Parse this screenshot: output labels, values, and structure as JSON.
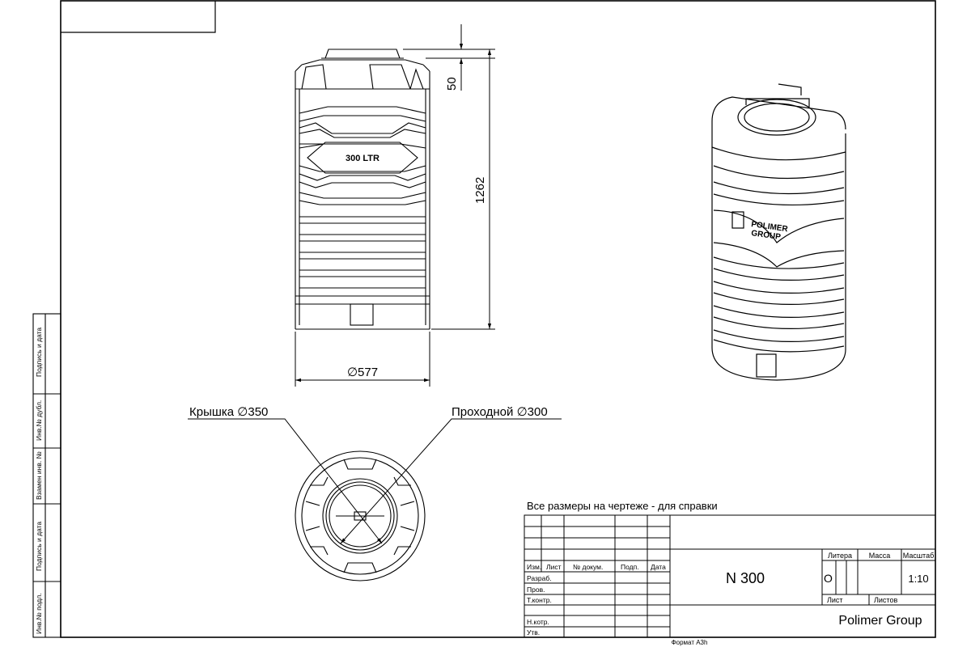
{
  "drawing": {
    "front_view": {
      "label": "300 LTR",
      "dim_height": "1262",
      "dim_top": "50",
      "dim_diameter": "∅577"
    },
    "top_view": {
      "lid_label": "Крышка ∅350",
      "passage_label": "Проходной ∅300"
    },
    "iso_view": {
      "logo_line1": "POLIMER",
      "logo_line2": "GROUP"
    }
  },
  "side_stamps": [
    "Подпись и дата",
    "Инв.№ дубл.",
    "Взамен инв. №",
    "Подпись и дата",
    "Инв.№ подл."
  ],
  "title_block": {
    "note": "Все размеры на чертеже - для справки",
    "col_headers": [
      "Изм.",
      "Лист",
      "№ докум.",
      "Подп.",
      "Дата"
    ],
    "row_labels": [
      "Разраб.",
      "Пров.",
      "Т.контр.",
      "",
      "Н.котр.",
      "Утв."
    ],
    "designation": "N 300",
    "litera_label": "Литера",
    "litera_value": "О",
    "mass_label": "Масса",
    "scale_label": "Масштаб",
    "scale_value": "1:10",
    "sheet_label": "Лист",
    "sheets_label": "Листов",
    "company": "Polimer Group"
  },
  "format_label": "Формат А3h"
}
